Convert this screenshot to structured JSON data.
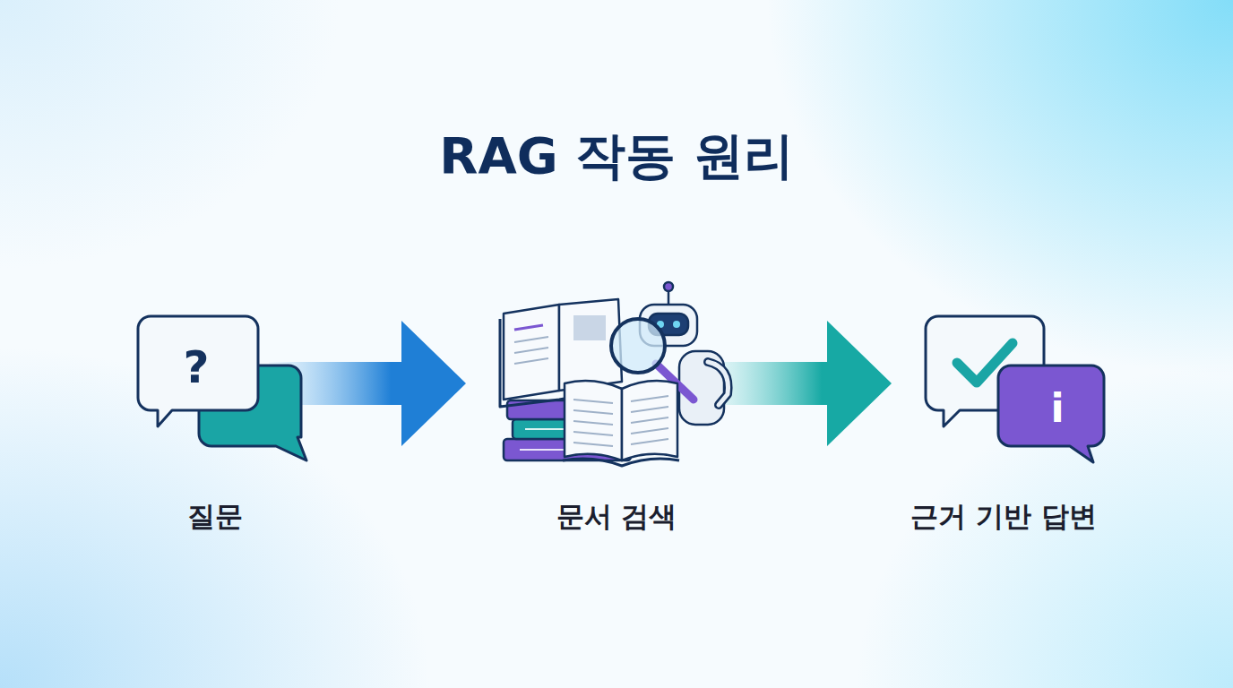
{
  "diagram": {
    "title": "RAG 작동 원리",
    "nodes": [
      {
        "text": [
          "질문"
        ]
      },
      {
        "text": [
          "문서 검색"
        ]
      },
      {
        "text": [
          "근거 기반 답변"
        ]
      }
    ],
    "edges": [
      {
        "from": 0,
        "to": 1,
        "arrow": "to"
      },
      {
        "from": 1,
        "to": 2,
        "arrow": "to"
      }
    ],
    "labels": [
      "?",
      "i"
    ]
  }
}
